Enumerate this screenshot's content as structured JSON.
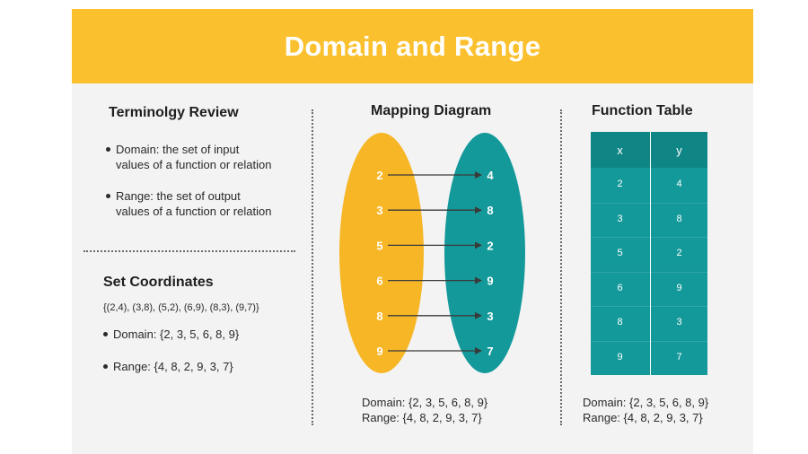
{
  "banner": {
    "title": "Domain and Range"
  },
  "terminology": {
    "heading": "Terminolgy Review",
    "items": [
      {
        "line1": "Domain: the set of input",
        "line2": "values of a function or relation"
      },
      {
        "line1": "Range: the set of output",
        "line2": "values of a function or relation"
      }
    ]
  },
  "set_coordinates": {
    "heading": "Set Coordinates",
    "pairs": "{(2,4), (3,8), (5,2), (6,9), (8,3), (9,7)}",
    "domain": "Domain:  {2, 3, 5, 6, 8, 9}",
    "range": "Range: {4, 8, 2, 9, 3, 7}"
  },
  "mapping": {
    "heading": "Mapping Diagram",
    "domain_values": [
      "2",
      "3",
      "5",
      "6",
      "8",
      "9"
    ],
    "range_values": [
      "4",
      "8",
      "2",
      "9",
      "3",
      "7"
    ],
    "domain_caption": "Domain:  {2, 3, 5, 6, 8, 9}",
    "range_caption": "Range: {4, 8, 2, 9, 3, 7}",
    "colors": {
      "domain": "#f6b626",
      "range": "#14999a"
    }
  },
  "function_table": {
    "heading": "Function Table",
    "columns": [
      "x",
      "y"
    ],
    "rows": [
      [
        "2",
        "4"
      ],
      [
        "3",
        "8"
      ],
      [
        "5",
        "2"
      ],
      [
        "6",
        "9"
      ],
      [
        "8",
        "3"
      ],
      [
        "9",
        "7"
      ]
    ],
    "domain_caption": "Domain:  {2, 3, 5, 6, 8, 9}",
    "range_caption": "Range: {4, 8, 2, 9, 3, 7}"
  },
  "colors": {
    "banner": "#fbc02d",
    "panel": "#f3f3f3",
    "teal": "#14999a",
    "teal_dark": "#0f8586"
  }
}
